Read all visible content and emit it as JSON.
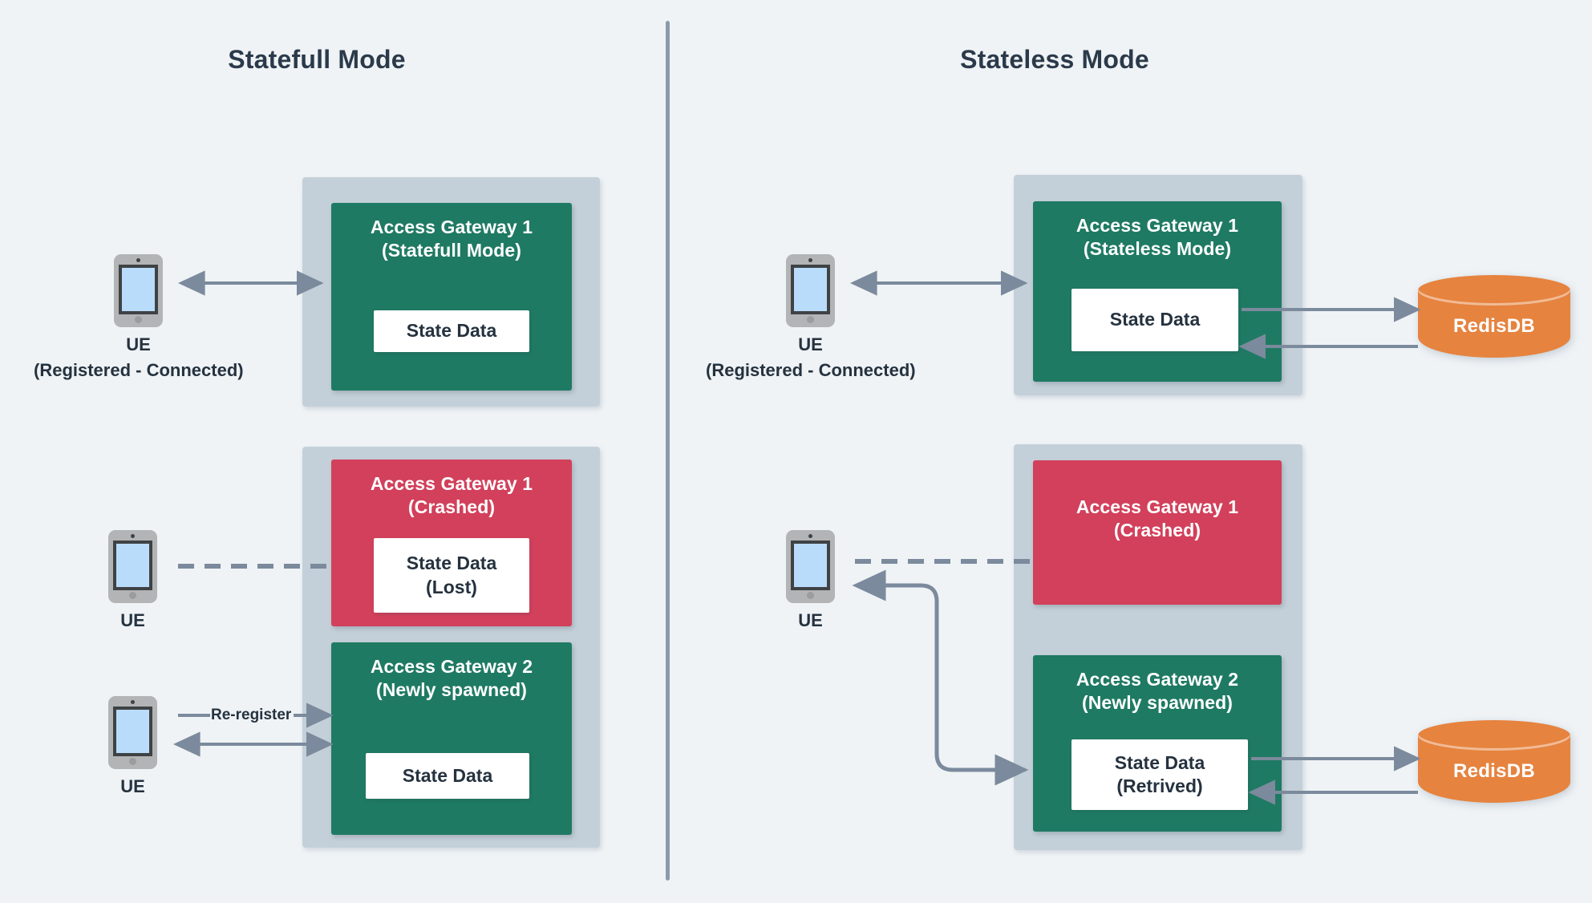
{
  "titles": {
    "statefull": "Statefull Mode",
    "stateless": "Stateless Mode"
  },
  "colors": {
    "background": "#eff3f6",
    "group_box": "#c4d0d9",
    "gateway_ok": "#1f7a63",
    "gateway_crashed": "#d2405b",
    "database": "#e6833f",
    "connector": "#7b8a9c",
    "text_dark": "#25323f",
    "divider": "#8b9aac"
  },
  "statefull": {
    "normal": {
      "ue": {
        "icon": "smartphone-icon",
        "label": "UE",
        "sublabel": "(Registered - Connected)"
      },
      "gateway": {
        "title": "Access Gateway 1\n(Statefull Mode)",
        "status": "ok",
        "state_data": "State Data"
      }
    },
    "failure": {
      "ue_top": {
        "icon": "smartphone-icon",
        "label": "UE"
      },
      "ue_bottom": {
        "icon": "smartphone-icon",
        "label": "UE"
      },
      "gateway_crashed": {
        "title": "Access Gateway 1\n(Crashed)",
        "status": "crashed",
        "state_data": "State Data\n(Lost)"
      },
      "gateway_new": {
        "title": "Access Gateway 2\n(Newly spawned)",
        "status": "ok",
        "state_data": "State Data"
      },
      "reregister_label": "Re-register"
    }
  },
  "stateless": {
    "normal": {
      "ue": {
        "icon": "smartphone-icon",
        "label": "UE",
        "sublabel": "(Registered - Connected)"
      },
      "gateway": {
        "title": "Access Gateway 1\n(Stateless Mode)",
        "status": "ok",
        "state_data": "State Data"
      },
      "database": {
        "label": "RedisDB",
        "icon": "database-cylinder-icon"
      }
    },
    "failure": {
      "ue": {
        "icon": "smartphone-icon",
        "label": "UE"
      },
      "gateway_crashed": {
        "title": "Access Gateway 1\n(Crashed)",
        "status": "crashed",
        "state_data": ""
      },
      "gateway_new": {
        "title": "Access Gateway 2\n(Newly spawned)",
        "status": "ok",
        "state_data": "State Data\n(Retrived)"
      },
      "database": {
        "label": "RedisDB",
        "icon": "database-cylinder-icon"
      }
    }
  }
}
